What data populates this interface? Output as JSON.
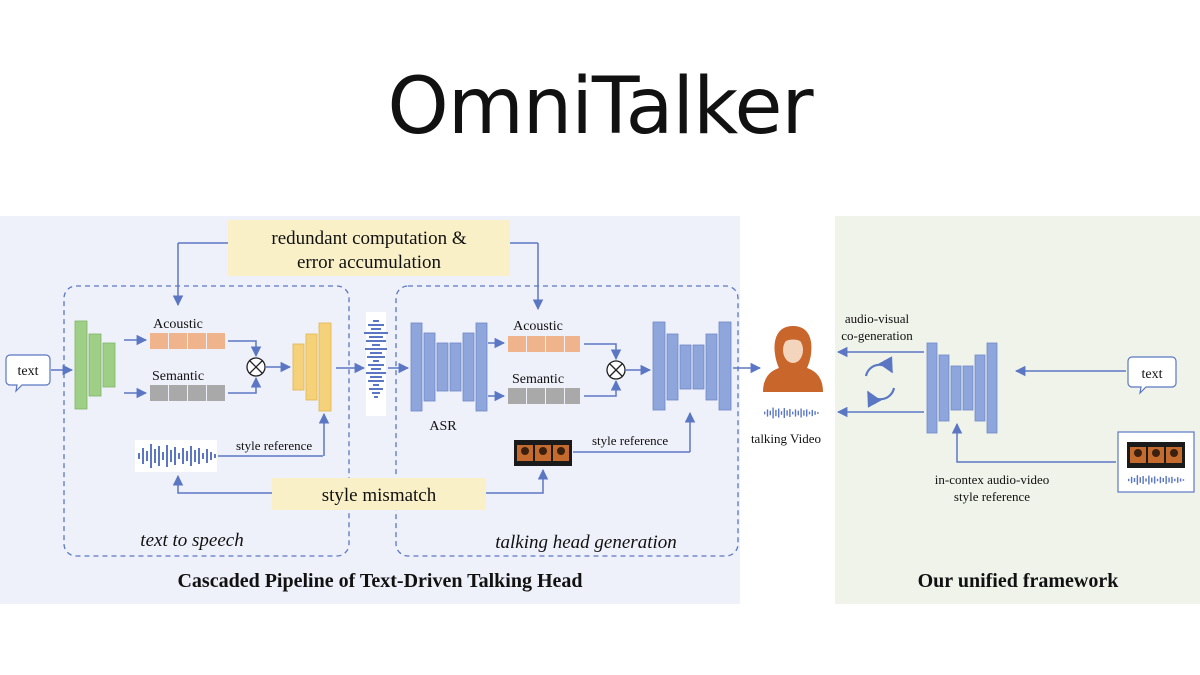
{
  "header": {
    "title": "OmniTalker"
  },
  "diagram": {
    "input_text": "text",
    "redundant_note_line1": "redundant computation &",
    "redundant_note_line2": "error accumulation",
    "acoustic_label": "Acoustic",
    "semantic_label": "Semantic",
    "asr_label": "ASR",
    "style_reference_label": "style reference",
    "style_mismatch_label": "style mismatch",
    "tts_stage_label": "text to speech",
    "thg_stage_label": "talking head generation",
    "cascaded_caption": "Cascaded Pipeline of Text-Driven Talking Head",
    "output_label": "talking Video",
    "av_cogen_line1": "audio-visual",
    "av_cogen_line2": "co-generation",
    "unified_input_text": "text",
    "incontext_line1": "in-contex audio-video",
    "incontext_line2": "style reference",
    "unified_caption": "Our unified framework"
  },
  "colors": {
    "left_panel": "#eef0fa",
    "right_panel": "#eff3ea",
    "note_box": "#faf0c8",
    "arrow": "#5b77c4",
    "encoder_green": "#9fcf86",
    "decoder_yellow": "#f5d27a",
    "acoustic_token": "#f0b48c",
    "semantic_token": "#a9a9a9",
    "network_blue": "#8fa6dc",
    "person": "#c9662b"
  }
}
